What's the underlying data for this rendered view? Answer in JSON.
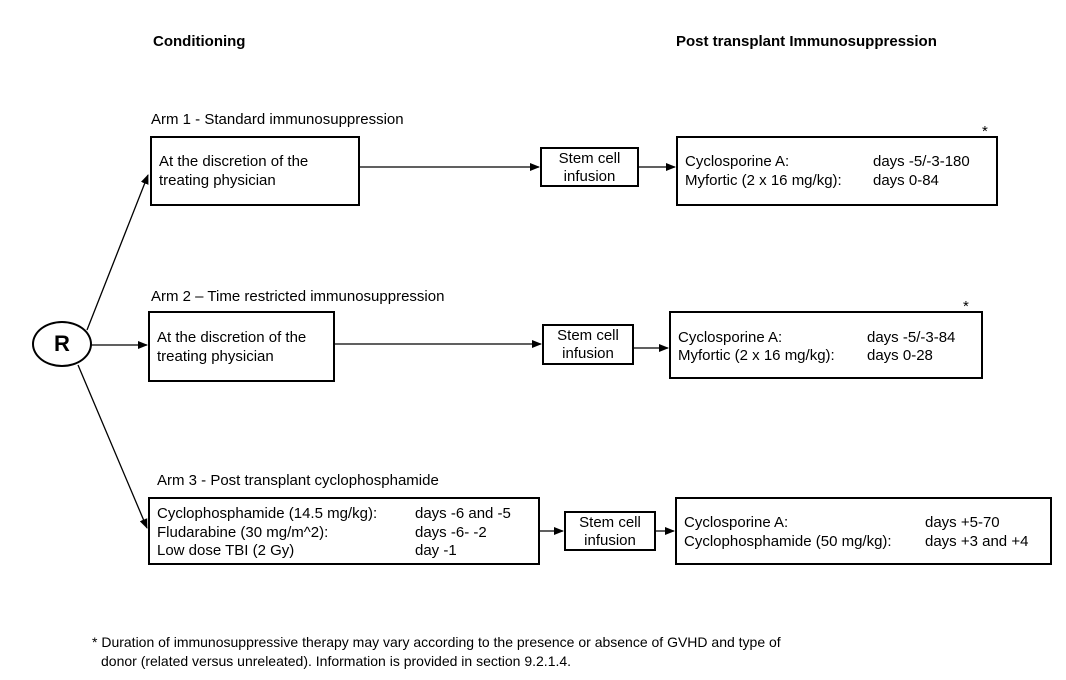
{
  "headers": {
    "conditioning": "Conditioning",
    "post_transplant": "Post transplant Immunosuppression"
  },
  "randomization": {
    "label": "R"
  },
  "stem_cell_label_line1": "Stem cell",
  "stem_cell_label_line2": "infusion",
  "asterisk": "*",
  "arm1": {
    "title": "Arm 1 - Standard immunosuppression",
    "conditioning": [
      "At the discretion of the",
      "treating physician"
    ],
    "drugs": [
      {
        "name": "Cyclosporine A:",
        "days": "days -5/-3-180"
      },
      {
        "name": "Myfortic (2 x 16 mg/kg):",
        "days": "days 0-84"
      }
    ]
  },
  "arm2": {
    "title": "Arm 2 – Time restricted immunosuppression",
    "conditioning": [
      "At the discretion of the",
      "treating physician"
    ],
    "drugs": [
      {
        "name": "Cyclosporine A:",
        "days": "days -5/-3-84"
      },
      {
        "name": "Myfortic (2 x 16 mg/kg):",
        "days": "days 0-28"
      }
    ]
  },
  "arm3": {
    "title": "Arm 3 - Post transplant cyclophosphamide",
    "conditioning": [
      {
        "name": "Cyclophosphamide (14.5 mg/kg):",
        "days": "days -6 and -5"
      },
      {
        "name": "Fludarabine (30 mg/m^2):",
        "days": "days -6- -2"
      },
      {
        "name": "Low dose TBI (2 Gy)",
        "days": "day -1"
      }
    ],
    "drugs": [
      {
        "name": "Cyclosporine A:",
        "days": "days +5-70"
      },
      {
        "name": "Cyclophosphamide (50 mg/kg):",
        "days": "days +3 and +4"
      }
    ]
  },
  "footnote": {
    "line1": "* Duration of immunosuppressive therapy may vary according to the presence or absence of GVHD and type of",
    "line2": "donor (related versus unreleated). Information is provided in section 9.2.1.4."
  }
}
